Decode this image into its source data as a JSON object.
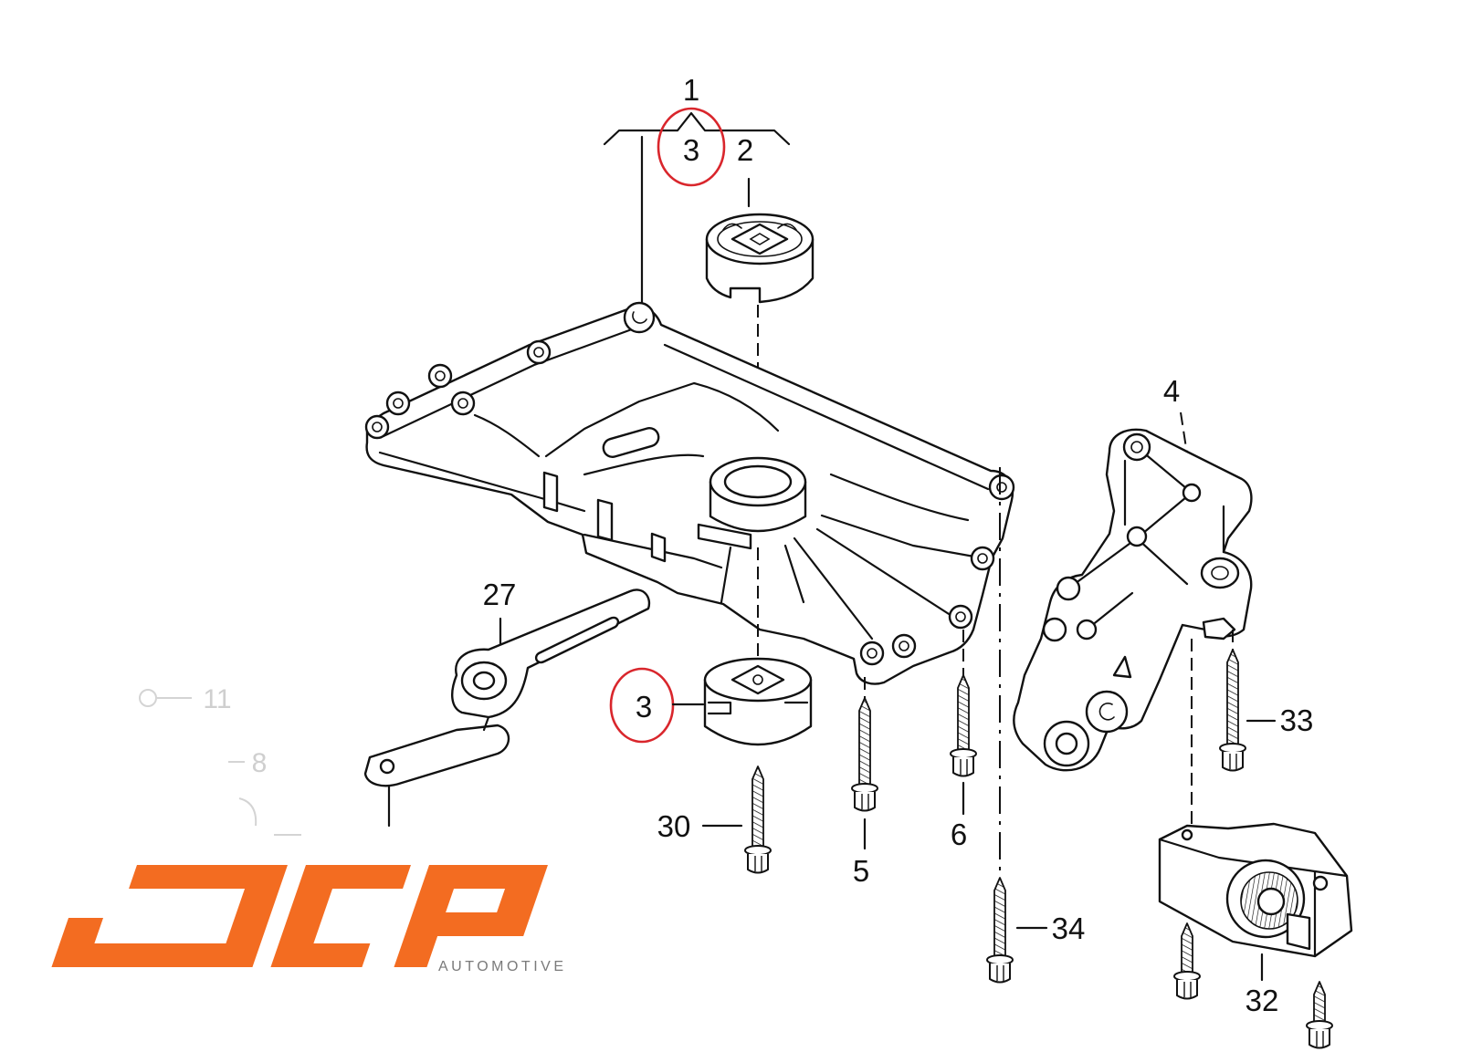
{
  "diagram": {
    "callouts": {
      "c1": "1",
      "c3_top": "3",
      "c2": "2",
      "c4": "4",
      "c27": "27",
      "c3_bottom": "3",
      "c30": "30",
      "c5": "5",
      "c6": "6",
      "c34": "34",
      "c33": "33",
      "c32": "32",
      "c11": "11",
      "c8": "8"
    },
    "line_color": "#111111",
    "highlight_color": "#d9262c"
  },
  "logo": {
    "wordmark": "JCP",
    "tagline": "AUTOMOTIVE",
    "color": "#f36c21",
    "tagline_color": "#7a7a7a"
  }
}
